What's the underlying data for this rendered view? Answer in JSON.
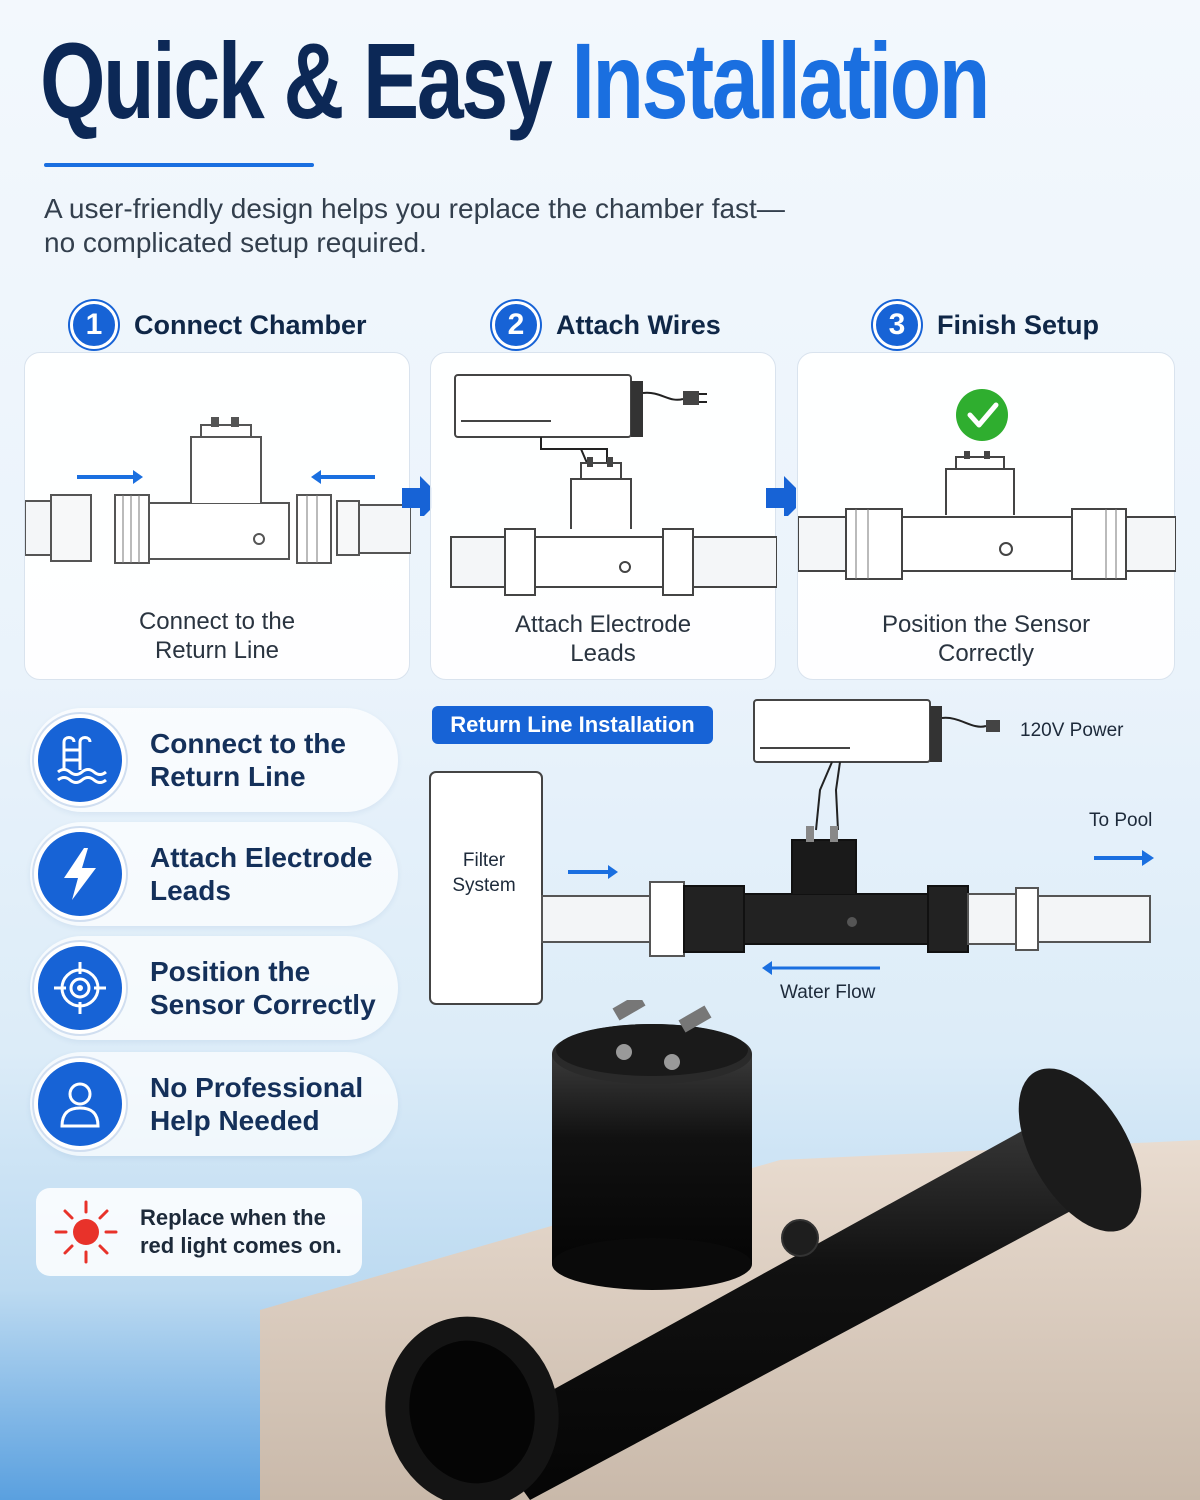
{
  "header": {
    "title_part1": "Quick & Easy",
    "title_part2": "Installation",
    "subtitle_line1": "A user-friendly design helps you replace the chamber fast—",
    "subtitle_line2": "no complicated setup required."
  },
  "steps": [
    {
      "number": "1",
      "label": "Connect Chamber",
      "caption_line1": "Connect to the",
      "caption_line2": "Return Line"
    },
    {
      "number": "2",
      "label": "Attach Wires",
      "caption_line1": "Attach Electrode",
      "caption_line2": "Leads"
    },
    {
      "number": "3",
      "label": "Finish Setup",
      "caption_line1": "Position the Sensor",
      "caption_line2": "Correctly"
    }
  ],
  "features": [
    {
      "icon": "pool-icon",
      "line1": "Connect to the",
      "line2": "Return Line"
    },
    {
      "icon": "lightning-icon",
      "line1": "Attach Electrode",
      "line2": "Leads"
    },
    {
      "icon": "target-icon",
      "line1": "Position the",
      "line2": "Sensor Correctly"
    },
    {
      "icon": "person-icon",
      "line1": "No Professional",
      "line2": "Help Needed"
    }
  ],
  "warning": {
    "icon": "red-light-icon",
    "line1": "Replace when the",
    "line2": "red light comes on."
  },
  "return_line": {
    "badge": "Return Line Installation",
    "power_label": "120V Power",
    "filter_line1": "Filter",
    "filter_line2": "System",
    "to_pool": "To Pool",
    "water_flow": "Water Flow"
  },
  "colors": {
    "title_dark": "#0c2856",
    "accent_blue": "#1a6fe0",
    "check_green": "#2fae2f",
    "warning_red": "#e8322a"
  }
}
